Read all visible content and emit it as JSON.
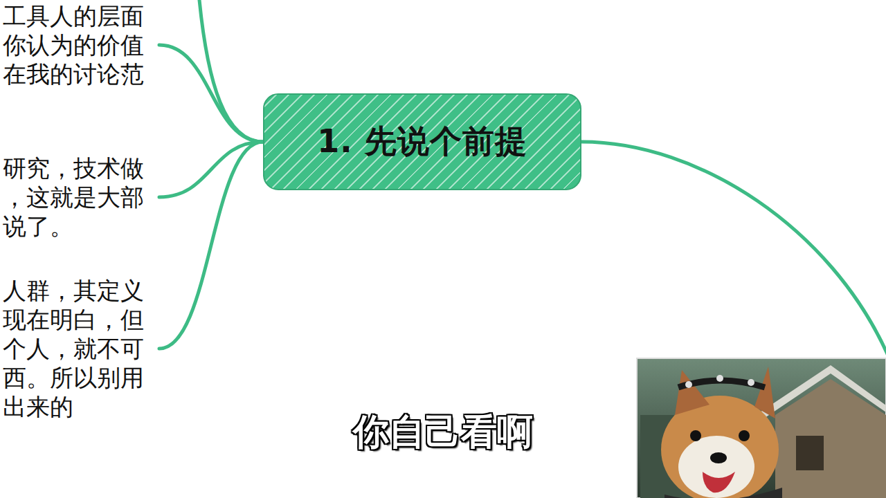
{
  "diagram": {
    "nodes": [
      {
        "text": [
          "1. 先说个前提"
        ]
      },
      {
        "text": [
          "工具人的层面 你认为的价值 在我的讨论范"
        ]
      },
      {
        "text": [
          "研究，技术做 ，这就是大部 说了。"
        ]
      },
      {
        "text": [
          "人群，其定义 现在明白，但 个人，就不可 西。所以别用 出来的"
        ]
      }
    ],
    "edges": [
      {
        "from": 0,
        "to": 1,
        "arrow": "none"
      },
      {
        "from": 0,
        "to": 2,
        "arrow": "none"
      },
      {
        "from": 0,
        "to": 3,
        "arrow": "none"
      }
    ],
    "labels": [
      "你自己看啊"
    ]
  }
}
